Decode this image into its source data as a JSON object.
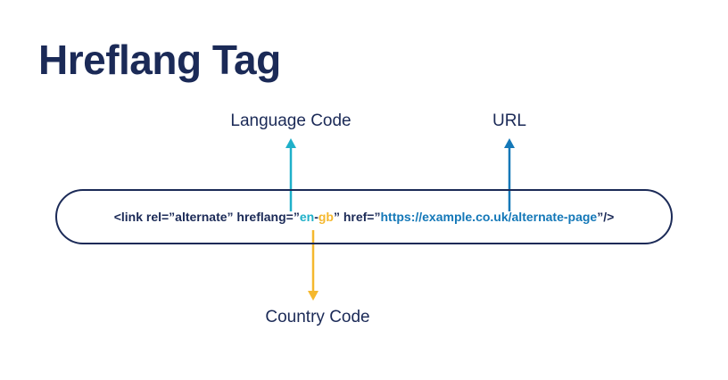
{
  "title": "Hreflang Tag",
  "labels": {
    "language_code": "Language Code",
    "url": "URL",
    "country_code": "Country Code"
  },
  "code": {
    "prefix": "<link rel=”alternate” hreflang=”",
    "language": "en",
    "dash": "-",
    "country": "gb",
    "middle": "” href=”",
    "url": "https://example.co.uk/alternate-page",
    "suffix": "”/>"
  },
  "colors": {
    "navy": "#1b2a57",
    "language": "#1fb0c9",
    "country": "#f5b82e",
    "url": "#1478b8"
  }
}
